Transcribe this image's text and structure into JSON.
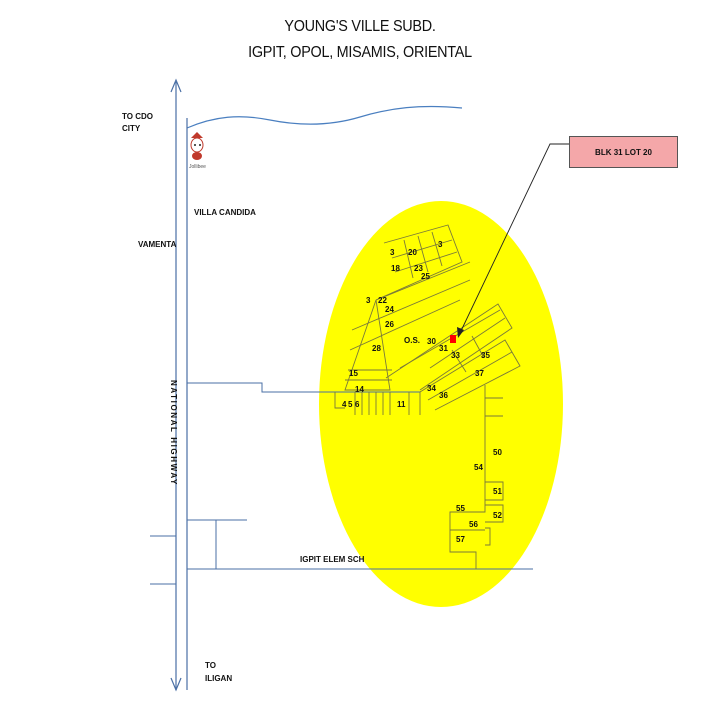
{
  "title": {
    "line1": "YOUNG'S VILLE SUBD.",
    "line2": "IGPIT, OPOL, MISAMIS, ORIENTAL"
  },
  "labels": {
    "to_cdo_1": "TO CDO",
    "to_cdo_2": "CITY",
    "jollibee": "Jollibee",
    "villa_candida": "VILLA CANDIDA",
    "vamenta": "VAMENTA",
    "national_highway": "NATIONAL HIGHWAY",
    "igpit_school": "IGPIT ELEM SCH",
    "to_iligan_1": "TO",
    "to_iligan_2": "ILIGAN",
    "open_space": "O.S."
  },
  "callout": {
    "text": "BLK 31 LOT 20"
  },
  "blocks": [
    "3",
    "20",
    "3",
    "18",
    "23",
    "25",
    "3",
    "22",
    "24",
    "26",
    "28",
    "30",
    "31",
    "33",
    "35",
    "37",
    "15",
    "14",
    "4",
    "5",
    "6",
    "11",
    "34",
    "36",
    "50",
    "54",
    "51",
    "52",
    "55",
    "56",
    "57"
  ],
  "colors": {
    "highlight": "#ffff00",
    "road": "#4a6fa5",
    "river": "#4a7fc0",
    "marker": "#ff0000",
    "callout_bg": "#f4a7a9"
  },
  "icons": [
    "jollibee-mascot-icon",
    "lot-marker-icon",
    "arrow-icon"
  ]
}
